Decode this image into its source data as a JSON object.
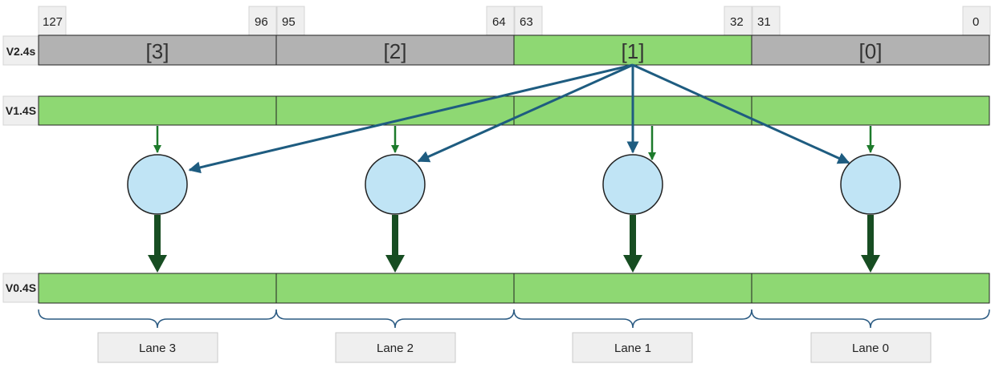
{
  "bit_labels": [
    "127",
    "96",
    "95",
    "64",
    "63",
    "32",
    "31",
    "0"
  ],
  "registers": {
    "v2": {
      "label": "V2.4s",
      "elements": [
        "[3]",
        "[2]",
        "[1]",
        "[0]"
      ],
      "highlight_index": 2
    },
    "v1": {
      "label": "V1.4S"
    },
    "v0": {
      "label": "V0.4S"
    }
  },
  "lanes": [
    "Lane 3",
    "Lane 2",
    "Lane 1",
    "Lane 0"
  ],
  "colors": {
    "green_fill": "#8ed873",
    "gray_fill": "#b2b2b2",
    "label_box": "#efefef",
    "circle_fill": "#c0e4f5",
    "blue_arrow": "#1e5c80",
    "small_green_arrow": "#1d7a2b",
    "big_green_arrow": "#174d22",
    "brace": "#2a5a82"
  }
}
